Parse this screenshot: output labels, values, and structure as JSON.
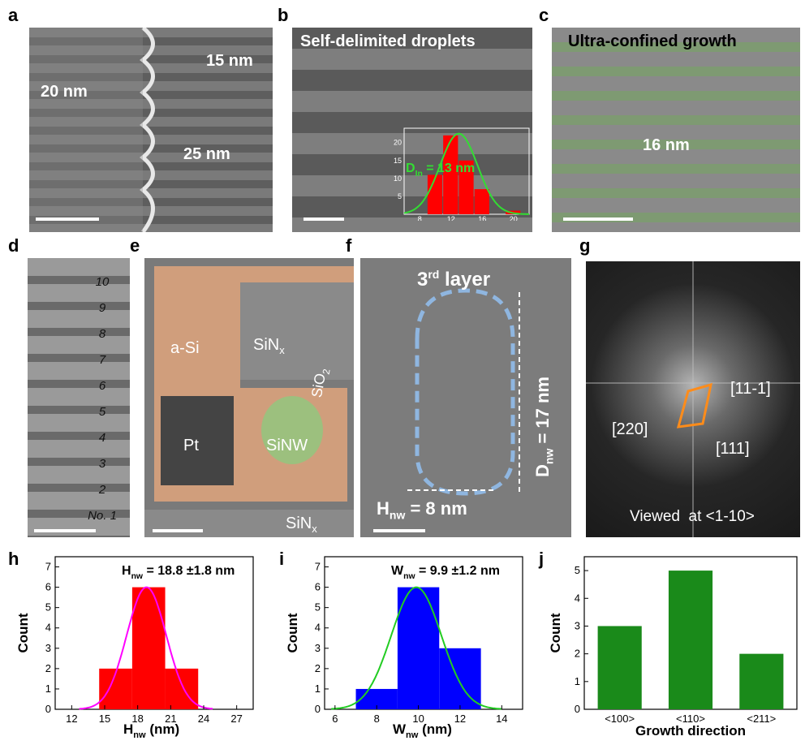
{
  "labels": {
    "a": "a",
    "b": "b",
    "c": "c",
    "d": "d",
    "e": "e",
    "f": "f",
    "g": "g",
    "h": "h",
    "i": "i",
    "j": "j"
  },
  "panel_a": {
    "dim_width": "20 nm",
    "dim_top": "15 nm",
    "dim_bottom": "25 nm"
  },
  "panel_b": {
    "title": "Self-delimited droplets",
    "inset": {
      "annotation_main": "D",
      "annotation_sub": "In",
      "annotation_tail": " = 13 nm",
      "x_ticks": [
        "8",
        "12",
        "16",
        "20"
      ],
      "y_ticks": [
        "5",
        "10",
        "15",
        "20"
      ]
    }
  },
  "panel_c": {
    "title": "Ultra-confined growth",
    "dim": "16 nm"
  },
  "panel_d": {
    "layers": [
      "10",
      "9",
      "8",
      "7",
      "6",
      "5",
      "4",
      "3",
      "2",
      "No. 1"
    ]
  },
  "panel_e": {
    "a_si": "a-Si",
    "sinx_top_main": "SiN",
    "sinx_top_sub": "x",
    "sio2_main": "SiO",
    "sio2_sub": "2",
    "pt": "Pt",
    "sinw": "SiNW",
    "sinx_bot_main": "SiN",
    "sinx_bot_sub": "x"
  },
  "panel_f": {
    "layer_main": "3",
    "layer_sup": "rd",
    "layer_tail": " layer",
    "dnw_main": "D",
    "dnw_sub": "nw",
    "dnw_tail": " = 17 nm",
    "hnw_main": "H",
    "hnw_sub": "nw",
    "hnw_tail": " = 8 nm"
  },
  "panel_g": {
    "idx_11m1": "[11-1]",
    "idx_220": "[220]",
    "idx_111": "[111]",
    "viewed": "Viewed  at <1-10>"
  },
  "colors": {
    "red": "#ff0000",
    "magenta": "#ff00ff",
    "blue": "#0000ff",
    "green_curve": "#22cc22",
    "dark_green": "#1a8a1a",
    "inset_green": "#33dd33"
  },
  "chart_data": [
    {
      "id": "b_inset",
      "type": "bar",
      "categories": [
        8,
        10,
        12,
        14,
        16,
        18,
        20
      ],
      "values": [
        0,
        11,
        22,
        15,
        7,
        0,
        1
      ],
      "xlim": [
        6,
        22
      ],
      "ylim": [
        0,
        24
      ],
      "fit": {
        "type": "gaussian",
        "mean": 13
      }
    },
    {
      "id": "h",
      "type": "bar",
      "title_main": "H",
      "title_sub": "nw",
      "title_tail": " = 18.8 ±1.8 nm",
      "xlabel_main": "H",
      "xlabel_sub": "nw",
      "xlabel_tail": " (nm)",
      "ylabel": "Count",
      "x_ticks": [
        12,
        15,
        18,
        21,
        24,
        27
      ],
      "y_ticks": [
        0,
        1,
        2,
        3,
        4,
        5,
        6,
        7
      ],
      "bars": [
        {
          "x": 16,
          "v": 2
        },
        {
          "x": 19,
          "v": 6
        },
        {
          "x": 22,
          "v": 2
        }
      ],
      "bar_width": 3,
      "xlim": [
        10.5,
        28.5
      ],
      "ylim": [
        0,
        7.5
      ],
      "fit": {
        "type": "gaussian",
        "mean": 18.8,
        "sd": 1.8
      }
    },
    {
      "id": "i",
      "type": "bar",
      "title_main": "W",
      "title_sub": "nw",
      "title_tail": " = 9.9 ±1.2 nm",
      "xlabel_main": "W",
      "xlabel_sub": "nw",
      "xlabel_tail": " (nm)",
      "ylabel": "Count",
      "x_ticks": [
        6,
        8,
        10,
        12,
        14
      ],
      "y_ticks": [
        0,
        1,
        2,
        3,
        4,
        5,
        6,
        7
      ],
      "bars": [
        {
          "x": 8,
          "v": 1
        },
        {
          "x": 10,
          "v": 6
        },
        {
          "x": 12,
          "v": 3
        }
      ],
      "bar_width": 2,
      "xlim": [
        5.5,
        15
      ],
      "ylim": [
        0,
        7.5
      ],
      "fit": {
        "type": "gaussian",
        "mean": 9.9,
        "sd": 1.2
      }
    },
    {
      "id": "j",
      "type": "bar",
      "ylabel": "Count",
      "xlabel": "Growth direction",
      "categories": [
        "<100>",
        "<110>",
        "<211>"
      ],
      "values": [
        3,
        5,
        2
      ],
      "y_ticks": [
        0,
        1,
        2,
        3,
        4,
        5
      ],
      "ylim": [
        0,
        5.5
      ]
    }
  ]
}
